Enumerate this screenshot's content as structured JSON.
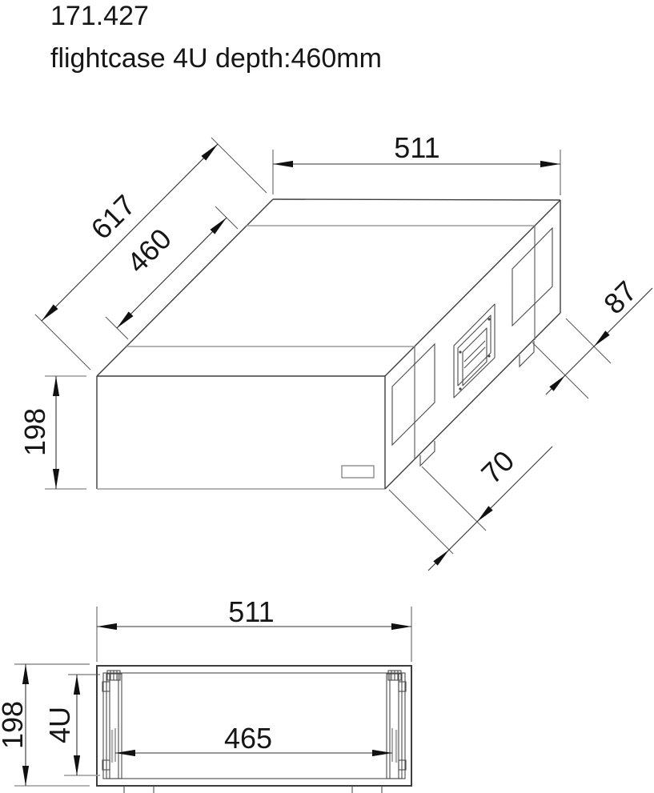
{
  "title": {
    "code": "171.427",
    "subtitle": "flightcase 4U depth:460mm"
  },
  "iso_view": {
    "dims": {
      "width": "511",
      "depth_outer": "617",
      "depth_inner": "460",
      "height": "198",
      "rear_foot_offset": "87",
      "front_foot_offset": "70"
    }
  },
  "front_view": {
    "dims": {
      "width": "511",
      "height": "198",
      "rack_units": "4U",
      "inner_width": "465"
    }
  },
  "colors": {
    "line": "#3d3d3d",
    "light_line": "#9b9b9b",
    "dimension": "#333333",
    "text": "#161616",
    "background": "#ffffff"
  }
}
